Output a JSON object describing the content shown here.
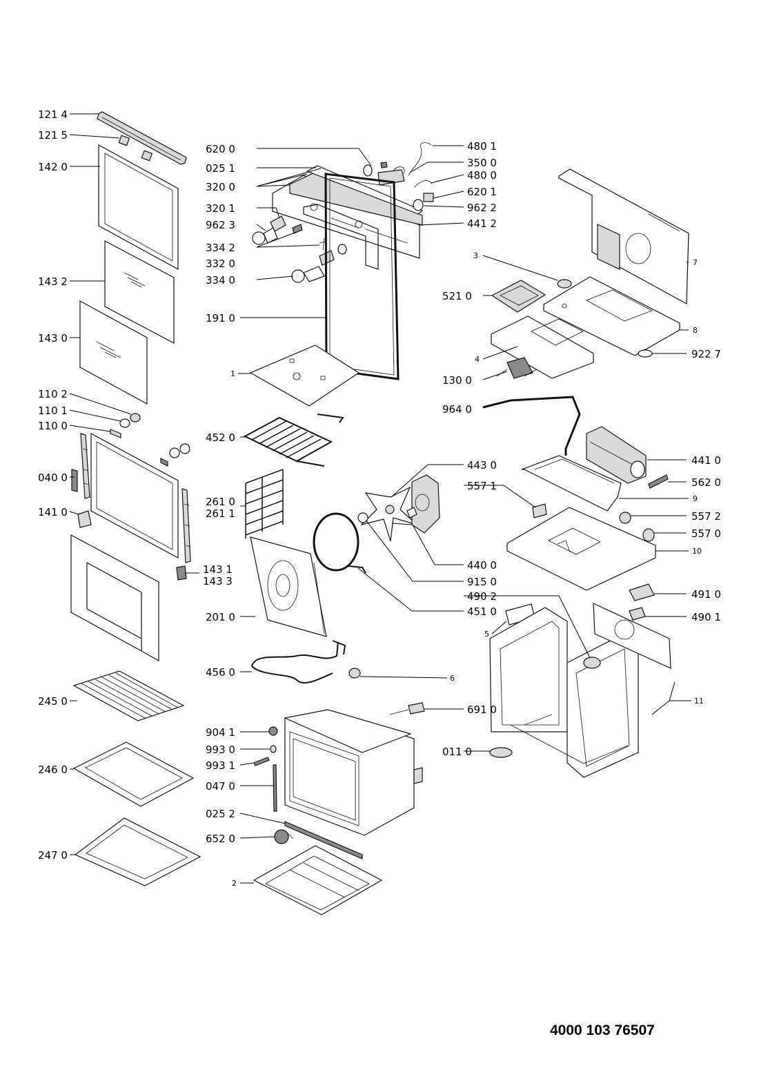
{
  "labels": {
    "l1214": "121 4",
    "l1215": "121 5",
    "l1420": "142 0",
    "l1432": "143 2",
    "l1430": "143 0",
    "l1102": "110 2",
    "l1101": "110 1",
    "l1100": "110 0",
    "l0400": "040 0",
    "l1410": "141 0",
    "l1431": "143 1",
    "l1433": "143 3",
    "l2450": "245 0",
    "l2460": "246 0",
    "l2470": "247 0",
    "l6200": "620 0",
    "l0251": "025 1",
    "l3200": "320 0",
    "l3201": "320 1",
    "l9623": "962 3",
    "l3342": "334 2",
    "l3320": "332 0",
    "l3340": "334 0",
    "l1910": "191 0",
    "l1": "1",
    "l4520": "452 0",
    "l2610": "261 0",
    "l2611": "261 1",
    "l2010": "201 0",
    "l4560": "456 0",
    "l9041": "904 1",
    "l9930": "993 0",
    "l9931": "993 1",
    "l0470": "047 0",
    "l0252": "025 2",
    "l6520": "652 0",
    "l2": "2",
    "l4801": "480 1",
    "l3500": "350 0",
    "l4800": "480 0",
    "l6201": "620 1",
    "l9622": "962 2",
    "l4412": "441 2",
    "l7": "7",
    "l3": "3",
    "l5210": "521 0",
    "l8": "8",
    "l9227": "922 7",
    "l4": "4",
    "l1300": "130 0",
    "l9640": "964 0",
    "l4410": "441 0",
    "l5620": "562 0",
    "l4430": "443 0",
    "l5571": "557 1",
    "l9": "9",
    "l5572": "557 2",
    "l5570": "557 0",
    "l10": "10",
    "l4400": "440 0",
    "l9150": "915 0",
    "l4510": "451 0",
    "l4902": "490 2",
    "l4910": "491 0",
    "l4901": "490 1",
    "l5": "5",
    "l6": "6",
    "l11": "11",
    "l6910": "691 0",
    "l0110": "011 0"
  },
  "document_number": "4000 103 76507"
}
